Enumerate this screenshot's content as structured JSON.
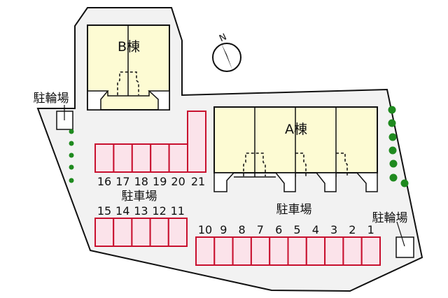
{
  "buildings": [
    {
      "label": "B棟"
    },
    {
      "label": "A棟"
    }
  ],
  "labels": {
    "parking_upper": "駐車場",
    "parking_lower": "駐車場",
    "bike_left": "駐輪場",
    "bike_right": "駐輪場",
    "north": "N"
  },
  "parking": {
    "row_top": [
      "16",
      "17",
      "18",
      "19",
      "20"
    ],
    "tall_slot": "21",
    "row_mid": [
      "15",
      "14",
      "13",
      "12",
      "11"
    ],
    "row_bottom": [
      "10",
      "9",
      "8",
      "7",
      "6",
      "5",
      "4",
      "3",
      "2",
      "1"
    ]
  },
  "colors": {
    "lot": "#f2f2f2",
    "building": "#fdfbd3",
    "slot_fill": "#fbe3ea",
    "slot_stroke": "#c8102e",
    "tree": "#1f8a1f"
  }
}
